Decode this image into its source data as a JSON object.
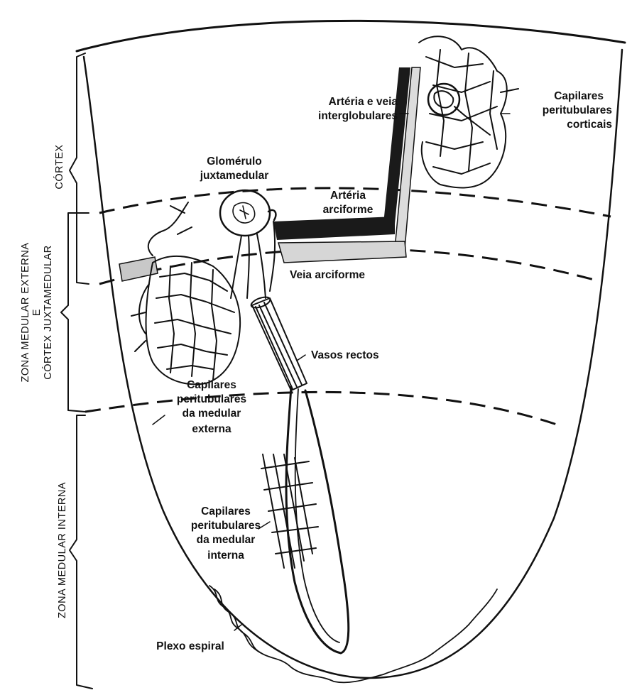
{
  "zones": {
    "cortex": "CÓRTEX",
    "outer_line1": "ZONA MEDULAR EXTERNA",
    "outer_line2": "E",
    "outer_line3": "CÓRTEX JUXTAMEDULAR",
    "inner": "ZONA MEDULAR INTERNA"
  },
  "labels": {
    "interlobular_1": "Artéria e veia",
    "interlobular_2": "interglobulares",
    "cortical_caps_1": "Capilares",
    "cortical_caps_2": "peritubulares",
    "cortical_caps_3": "corticais",
    "glomerulus_1": "Glomérulo",
    "glomerulus_2": "juxtamedular",
    "artery_arc_1": "Artéria",
    "artery_arc_2": "arciforme",
    "vein_arc": "Veia arciforme",
    "vasa_recta": "Vasos rectos",
    "outer_caps_1": "Capilares",
    "outer_caps_2": "peritubulares",
    "outer_caps_3": "da medular",
    "outer_caps_4": "externa",
    "inner_caps_1": "Capilares",
    "inner_caps_2": "peritubulares",
    "inner_caps_3": "da medular",
    "inner_caps_4": "interna",
    "spiral_plexus": "Plexo espiral"
  }
}
